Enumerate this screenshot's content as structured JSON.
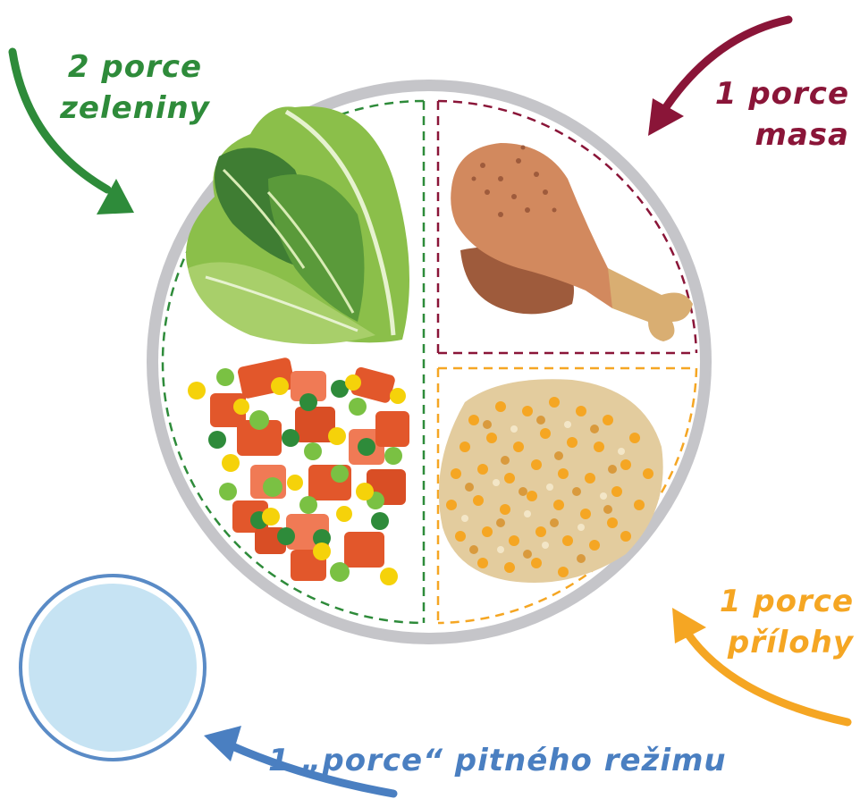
{
  "labels": {
    "vegetables": {
      "line1": "2 porce",
      "line2": "zeleniny",
      "color": "#2e8b3a"
    },
    "meat": {
      "line1": "1 porce",
      "line2": "masa",
      "color": "#8a1538"
    },
    "side": {
      "line1": "1 porce",
      "line2": "přílohy",
      "color": "#f5a623"
    },
    "drink": {
      "text": "1 „porce“ pitného režimu",
      "color": "#4a7fc1"
    }
  },
  "colors": {
    "plate_rim": "#c5c5c9",
    "vegetable_border": "#2e8b3a",
    "meat_border": "#8a1538",
    "side_border": "#f5a623",
    "glass_fill": "#c6e3f3",
    "glass_ring": "#5a8bc6"
  }
}
